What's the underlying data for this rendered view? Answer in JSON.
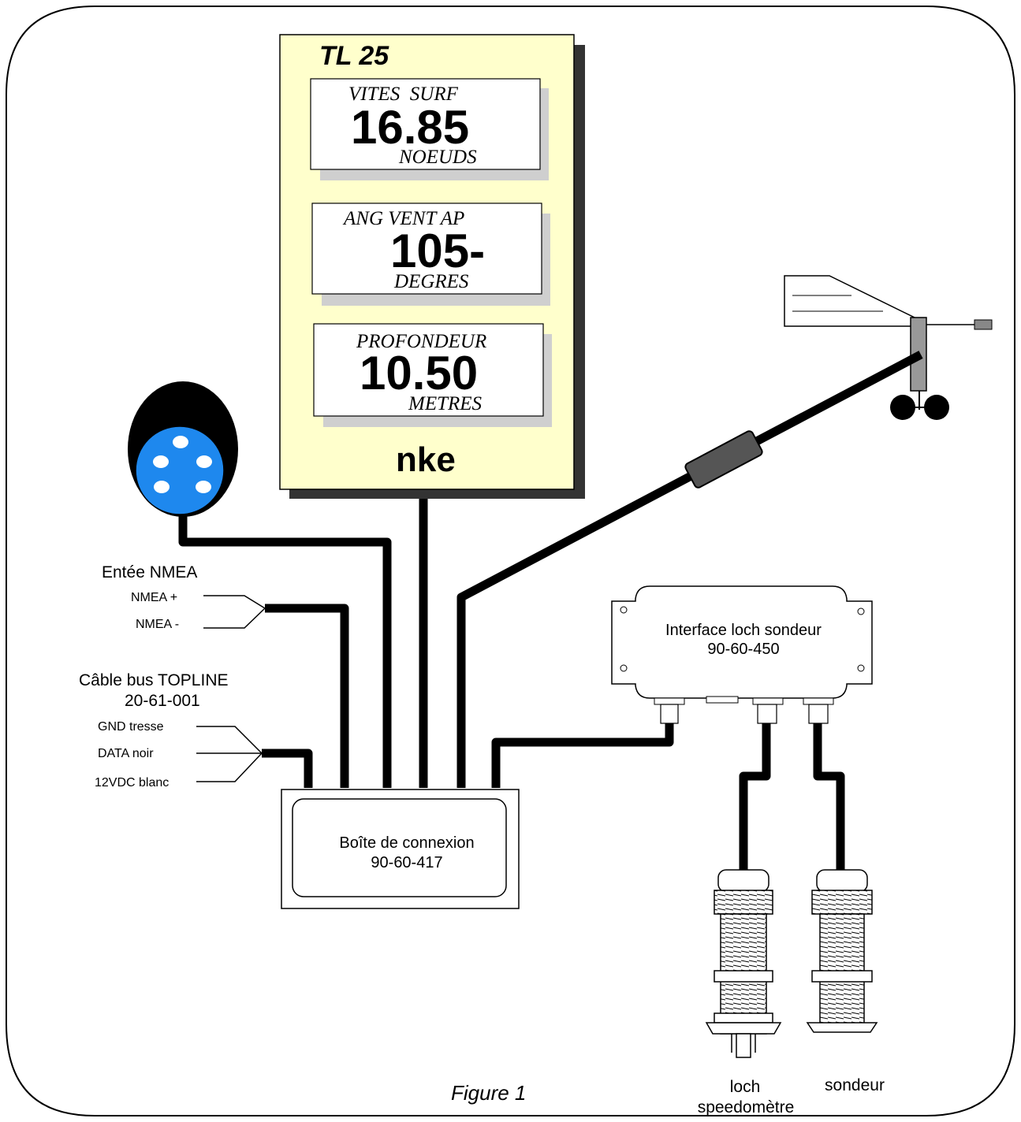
{
  "display": {
    "model": "TL 25",
    "brand": "nke",
    "screens": [
      {
        "label": "VITES  SURF",
        "value": "16.85",
        "unit": "NOEUDS"
      },
      {
        "label": "ANG VENT AP",
        "value": "105-",
        "unit": "DEGRES"
      },
      {
        "label": "PROFONDEUR",
        "value": "10.50",
        "unit": "METRES"
      }
    ]
  },
  "nmea": {
    "title": "Entée NMEA",
    "plus": "NMEA +",
    "minus": "NMEA -"
  },
  "bus": {
    "title": "Câble bus TOPLINE",
    "code": "20-61-001",
    "wires": [
      "GND tresse",
      "DATA noir",
      "12VDC blanc"
    ]
  },
  "junction_box": {
    "title": "Boîte de connexion",
    "code": "90-60-417"
  },
  "interface": {
    "title": "Interface loch sondeur",
    "code": "90-60-450"
  },
  "sensors": {
    "loch_line1": "loch",
    "loch_line2": "speedomètre",
    "sondeur": "sondeur"
  },
  "caption": "Figure 1",
  "colors": {
    "display_bg": "#ffffcc",
    "connector_blue": "#1e88ee",
    "frame": "#000000"
  }
}
